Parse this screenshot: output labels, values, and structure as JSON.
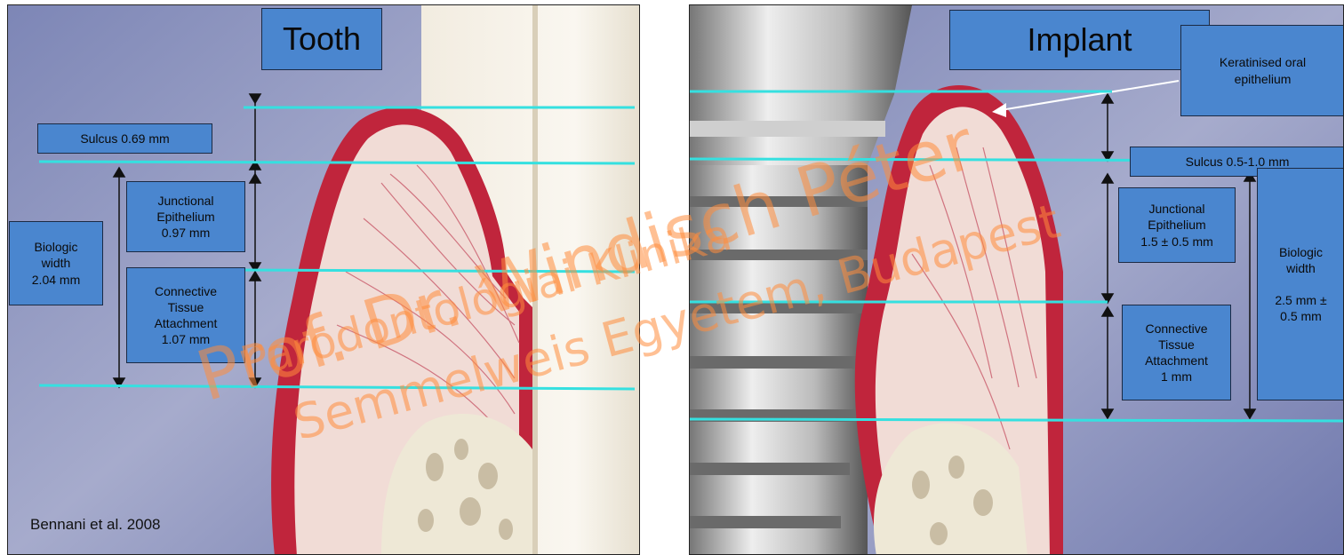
{
  "tooth": {
    "title": "Tooth",
    "sulcus": "Sulcus 0.69 mm",
    "junctional": "Junctional\nEpithelium\n0.97 mm",
    "connective": "Connective\nTissue\nAttachment\n1.07 mm",
    "biologic": "Biologic\nwidth\n2.04 mm",
    "citation": "Bennani et al. 2008"
  },
  "implant": {
    "title": "Implant",
    "keratinised": "Keratinised oral\nepithelium",
    "sulcus": "Sulcus 0.5-1.0 mm",
    "junctional": "Junctional\nEpithelium\n1.5 ± 0.5 mm",
    "connective": "Connective\nTissue\nAttachment\n1 mm",
    "biologic": "Biologic\nwidth\n\n2.5 mm ±\n0.5 mm"
  },
  "watermark": {
    "line1": "Prof. Dr. Windisch Péter",
    "line2": "Parodontológiai Klinika",
    "line3": "Semmelweis Egyetem, Budapest"
  },
  "colors": {
    "guide_line": "#35e0e0",
    "box_fill": "#4a86cf",
    "gingiva": "#c0253c",
    "watermark": "#ff8c3c"
  }
}
